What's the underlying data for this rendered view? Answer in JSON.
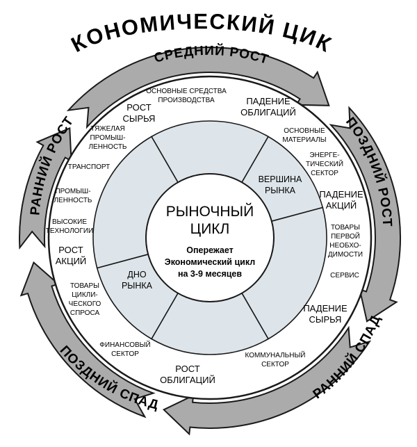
{
  "title": "ЭКОНОМИЧЕСКИЙ ЦИКЛ",
  "phases": {
    "early_growth": "РАННИЙ РОСТ",
    "mid_growth": "СРЕДНИЙ РОСТ",
    "late_growth": "ПОЗДНИЙ РОСТ",
    "early_decline": "РАННИЙ СПАД",
    "late_decline": "ПОЗДНИЙ СПАД"
  },
  "center": {
    "title_line1": "РЫНОЧНЫЙ",
    "title_line2": "ЦИКЛ",
    "sub_line1": "Опережает",
    "sub_line2": "Экономический цикл",
    "sub_line3": "на 3-9 месяцев"
  },
  "market": {
    "peak": [
      "ВЕРШИНА",
      "РЫНКА"
    ],
    "bottom": [
      "ДНО",
      "РЫНКА"
    ]
  },
  "events": {
    "commodities_rise": [
      "РОСТ",
      "СЫРЬЯ"
    ],
    "bonds_fall": [
      "ПАДЕНИЕ",
      "ОБЛИГАЦИЙ"
    ],
    "stocks_fall": [
      "ПАДЕНИЕ",
      "АКЦИЙ"
    ],
    "commodities_fall": [
      "ПАДЕНИЕ",
      "СЫРЬЯ"
    ],
    "bonds_rise": [
      "РОСТ",
      "ОБЛИГАЦИЙ"
    ],
    "stocks_rise": [
      "РОСТ",
      "АКЦИЙ"
    ]
  },
  "sectors": {
    "capital_goods": [
      "ОСНОВНЫЕ СРЕДСТВА",
      "ПРОИЗВОДСТВА"
    ],
    "basic_materials": [
      "ОСНОВНЫЕ",
      "МАТЕРИАЛЫ"
    ],
    "energy": [
      "ЭНЕРГЕ-",
      "ТИЧЕСКИЙ",
      "СЕКТОР"
    ],
    "staples": [
      "ТОВАРЫ",
      "ПЕРВОЙ",
      "НЕОБХО-",
      "ДИМОСТИ"
    ],
    "services": [
      "СЕРВИС"
    ],
    "utilities": [
      "КОММУНАЛЬНЫЙ",
      "СЕКТОР"
    ],
    "financials": [
      "ФИНАНСОВЫЙ",
      "СЕКТОР"
    ],
    "cyclicals": [
      "ТОВАРЫ",
      "ЦИКЛИ-",
      "ЧЕСКОГО",
      "СПРОСА"
    ],
    "technology": [
      "ВЫСОКИЕ",
      "ТЕХНОЛОГИИ"
    ],
    "industrials": [
      "ПРОМЫШ-",
      "ЛЕННОСТЬ"
    ],
    "transport": [
      "ТРАНСПОРТ"
    ],
    "heavy_industry": [
      "ТЯЖЕЛАЯ",
      "ПРОМЫШ-",
      "ЛЕННОСТЬ"
    ]
  }
}
